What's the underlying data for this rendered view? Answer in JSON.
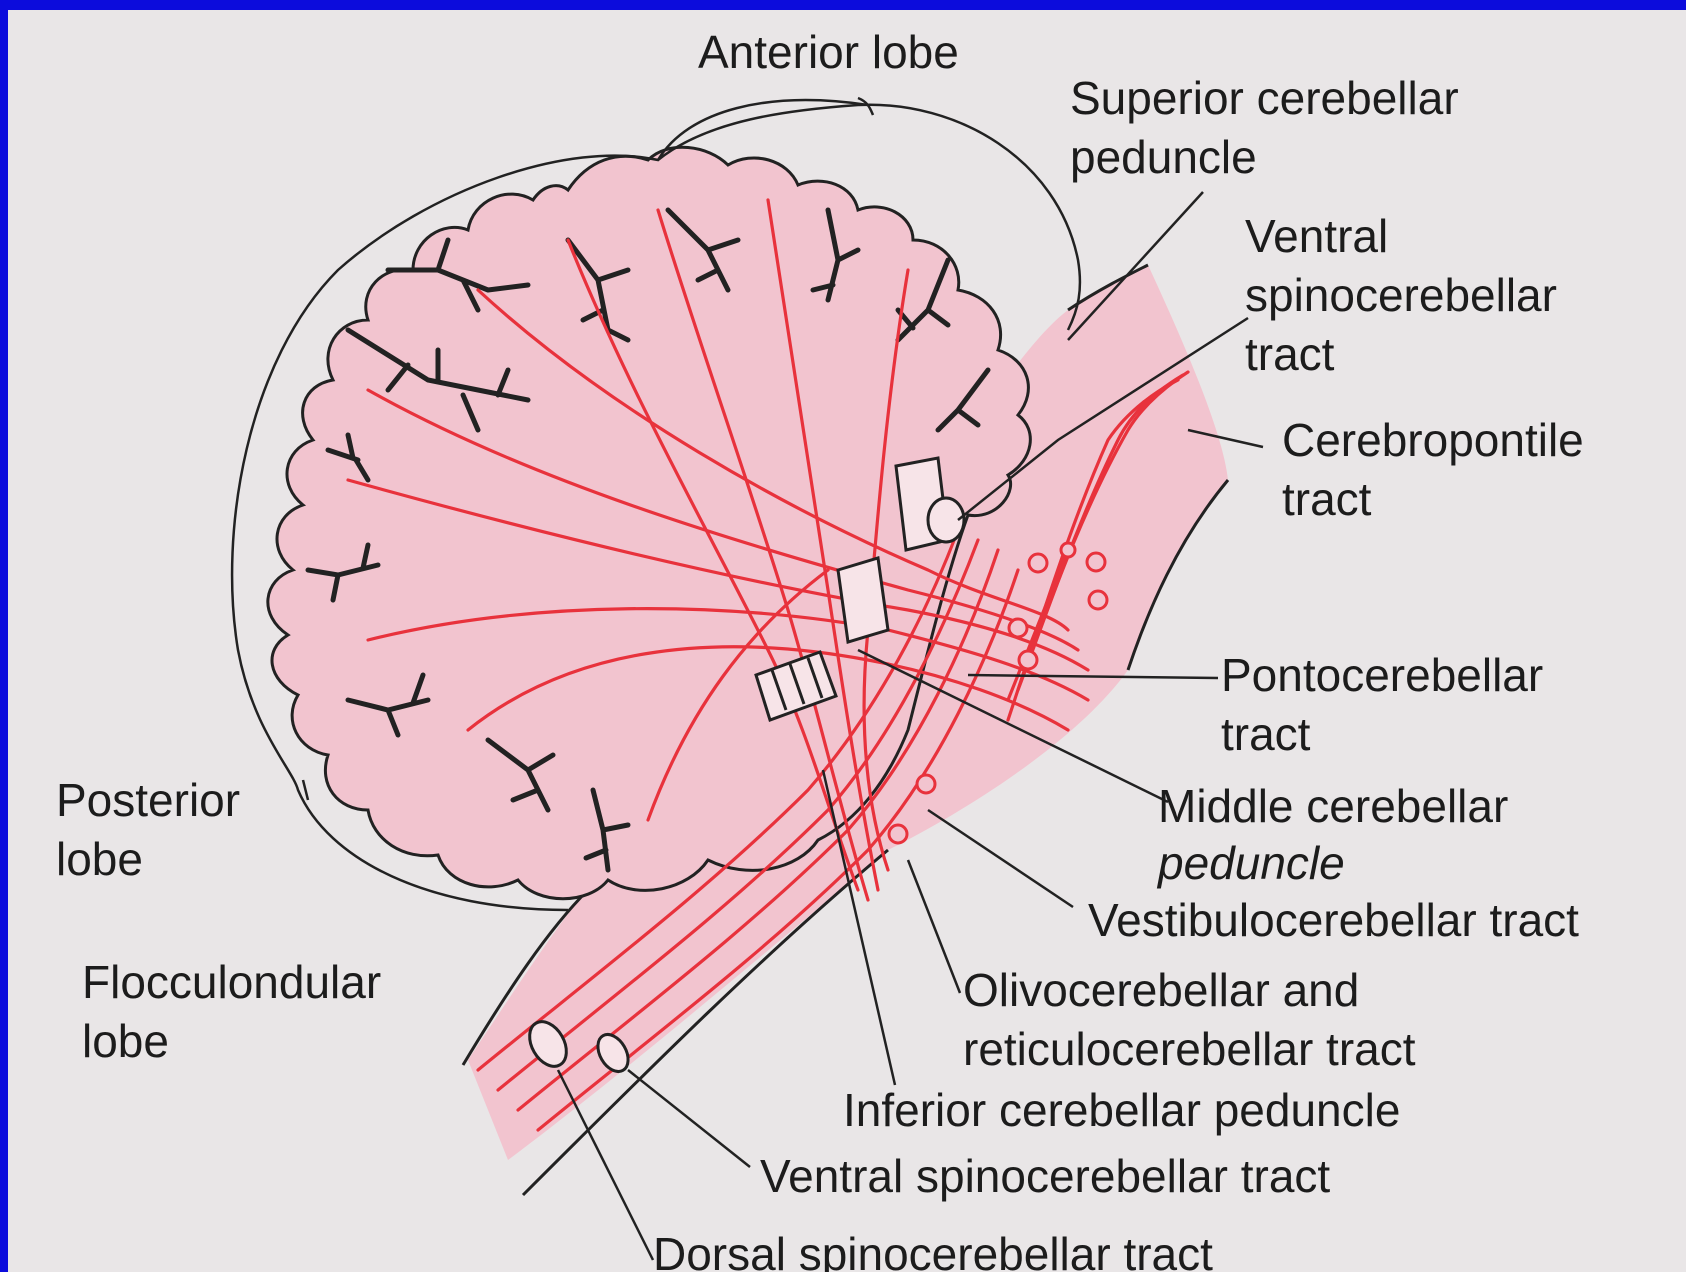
{
  "diagram": {
    "colors": {
      "background_frame": "#0c0cdc",
      "page": "#e9e6e7",
      "tissue_fill": "#f2c4cf",
      "tracts": "#e8323c",
      "outline": "#222222"
    },
    "labels": {
      "anterior_lobe": "Anterior lobe",
      "superior_peduncle_1": "Superior cerebellar",
      "superior_peduncle_2": "peduncle",
      "ventral_spino_top_1": "Ventral",
      "ventral_spino_top_2": "spinocerebellar",
      "ventral_spino_top_3": "tract",
      "cerebropontile_1": "Cerebropontile",
      "cerebropontile_2": "tract",
      "pontocerebellar_1": "Pontocerebellar",
      "pontocerebellar_2": "tract",
      "middle_peduncle_1": "Middle cerebellar",
      "middle_peduncle_2": "peduncle",
      "vestibulocerebellar": "Vestibulocerebellar tract",
      "olivo_1": "Olivocerebellar and",
      "olivo_2": "reticulocerebellar tract",
      "inferior_peduncle": "Inferior cerebellar peduncle",
      "ventral_spino_bottom": "Ventral spinocerebellar tract",
      "dorsal_spino": "Dorsal spinocerebellar tract",
      "posterior_1": "Posterior",
      "posterior_2": "lobe",
      "floccu_1": "Flocculondular",
      "floccu_2": "lobe"
    }
  }
}
